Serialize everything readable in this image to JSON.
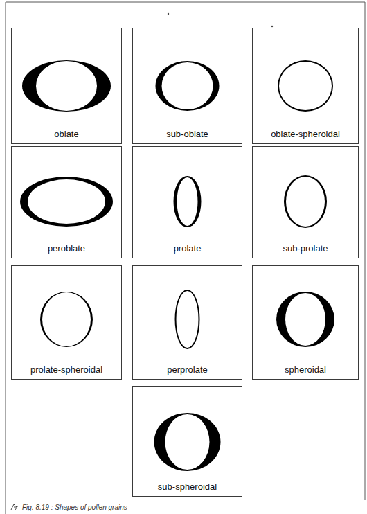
{
  "diagram": {
    "caption": "Fig. 8.19 : Shapes of pollen grains",
    "nodes": [
      {
        "text": [
          "oblate"
        ]
      },
      {
        "text": [
          "sub-oblate"
        ]
      },
      {
        "text": [
          "oblate-spheroidal"
        ]
      },
      {
        "text": [
          "peroblate"
        ]
      },
      {
        "text": [
          "prolate"
        ]
      },
      {
        "text": [
          "sub-prolate"
        ]
      },
      {
        "text": [
          "prolate-spheroidal"
        ]
      },
      {
        "text": [
          "perprolate"
        ]
      },
      {
        "text": [
          "spheroidal"
        ]
      },
      {
        "text": [
          "sub-spheroidal"
        ]
      }
    ]
  }
}
